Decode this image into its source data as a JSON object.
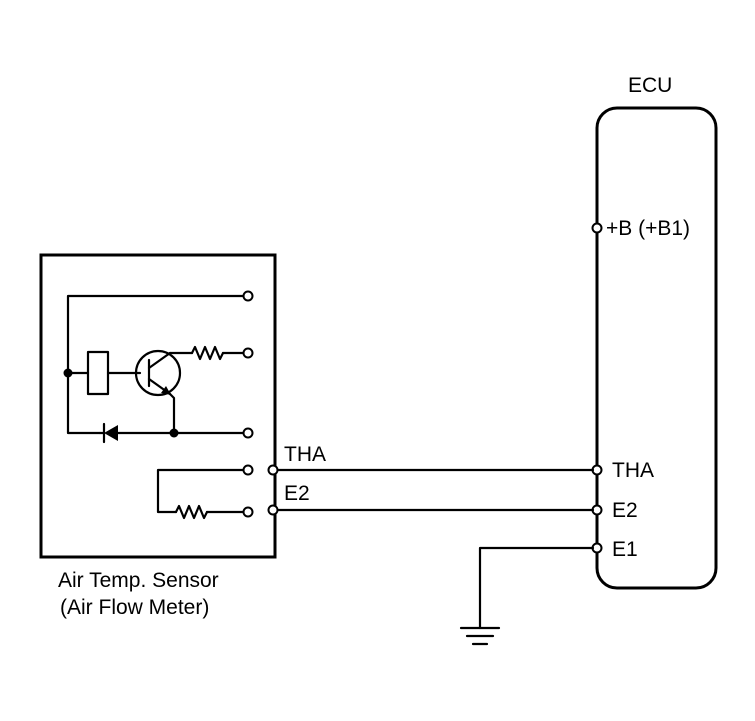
{
  "ecu": {
    "title": "ECU",
    "terminals": {
      "b_label": "+B (+B1)",
      "tha_label": "THA",
      "e2_label": "E2",
      "e1_label": "E1"
    }
  },
  "sensor": {
    "caption_line1": "Air Temp. Sensor",
    "caption_line2": "(Air Flow Meter)",
    "tha_label": "THA",
    "e2_label": "E2"
  }
}
